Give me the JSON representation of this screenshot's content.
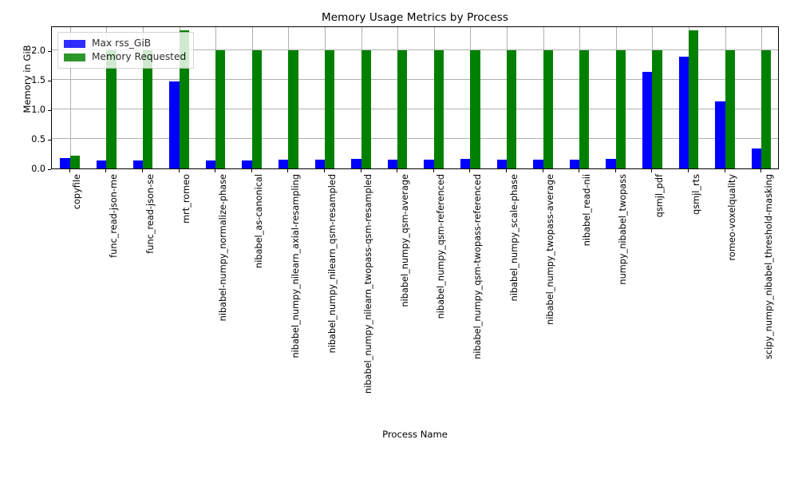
{
  "chart_data": {
    "type": "bar",
    "title": "Memory Usage Metrics by Process",
    "xlabel": "Process Name",
    "ylabel": "Memory in GiB",
    "ylim": [
      0.0,
      2.42
    ],
    "yticks": [
      0.0,
      0.5,
      1.0,
      1.5,
      2.0
    ],
    "ytick_labels": [
      "0.0",
      "0.5",
      "1.0",
      "1.5",
      "2.0"
    ],
    "grid": true,
    "grid_axis": "both",
    "legend_position": "upper left",
    "xtick_rotation": 90,
    "categories": [
      "copyfile",
      "func_read-json-me",
      "func_read-json-se",
      "mrt_romeo",
      "nibabel-numpy_normalize-phase",
      "nibabel_as-canonical",
      "nibabel_numpy_nilearn_axial-resampling",
      "nibabel_numpy_nilearn_qsm-resampled",
      "nibabel_numpy_nilearn_twopass-qsm-resampled",
      "nibabel_numpy_qsm-average",
      "nibabel_numpy_qsm-referenced",
      "nibabel_numpy_qsm-twopass-referenced",
      "nibabel_numpy_scale-phase",
      "nibabel_numpy_twopass-average",
      "nibabel_read-nii",
      "numpy_nibabel_twopass",
      "qsmjl_pdf",
      "qsmjl_rts",
      "romeo-voxelquality",
      "scipy_numpy_nibabel_threshold-masking"
    ],
    "series": [
      {
        "name": "Max rss_GiB",
        "color": "#0000ff",
        "values": [
          0.17,
          0.14,
          0.14,
          1.48,
          0.14,
          0.14,
          0.15,
          0.15,
          0.16,
          0.15,
          0.15,
          0.16,
          0.15,
          0.15,
          0.15,
          0.16,
          1.64,
          1.89,
          1.14,
          0.34
        ]
      },
      {
        "name": "Memory Requested",
        "color": "#008000",
        "values": [
          0.21,
          2.0,
          2.0,
          2.34,
          2.0,
          2.0,
          2.0,
          2.0,
          2.0,
          2.0,
          2.0,
          2.0,
          2.0,
          2.0,
          2.0,
          2.0,
          2.0,
          2.34,
          2.0,
          2.0
        ]
      }
    ]
  },
  "legend": {
    "entries": [
      {
        "label": "Max rss_GiB",
        "color": "#0000ff"
      },
      {
        "label": "Memory Requested",
        "color": "#008000"
      }
    ]
  }
}
